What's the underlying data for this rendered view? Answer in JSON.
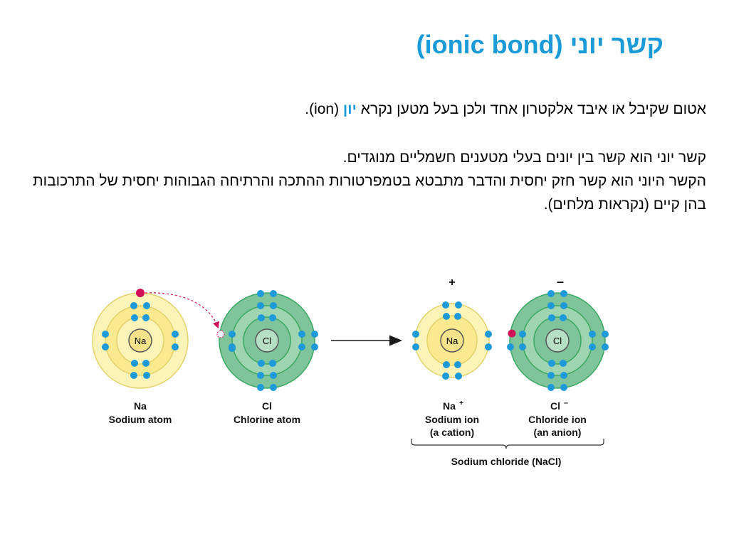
{
  "title": "קשר יוני (ionic bond)",
  "paragraph1": {
    "before": "אטום שקיבל או איבד אלקטרון אחד ולכן בעל מטען נקרא ",
    "term": "יון",
    "after": "  (ion)."
  },
  "paragraph2": {
    "line1": "קשר יוני הוא קשר בין יונים בעלי מטענים חשמליים מנוגדים.",
    "line2": "הקשר היוני הוא קשר חזק יחסית והדבר מתבטא בטמפרטורות ההתכה והרתיחה הגבוהות יחסית של התרכובות בהן קיים (נקראות מלחים)."
  },
  "diagram": {
    "na_atom": {
      "symbol": "Na",
      "label_symbol": "Na",
      "label_name": "Sodium atom"
    },
    "cl_atom": {
      "symbol": "Cl",
      "label_symbol": "Cl",
      "label_name": "Chlorine atom"
    },
    "na_ion": {
      "symbol": "Na",
      "label_symbol": "Na",
      "superscript": "+",
      "label_name": "Sodium ion",
      "label_type": "(a cation)",
      "charge": "+"
    },
    "cl_ion": {
      "symbol": "Cl",
      "label_symbol": "Cl",
      "superscript": "–",
      "label_name": "Chloride ion",
      "label_type": "(an anion)",
      "charge": "–"
    },
    "compound_label": "Sodium chloride (NaCl)",
    "colors": {
      "electron": "#1e9ad8",
      "transferred_electron": "#d21057",
      "sodium_fill_outer": "#fbf3b8",
      "sodium_fill_inner": "#fae98e",
      "chlorine_fill_outer": "#7fc49a",
      "chlorine_fill_inner": "#9fd4b0",
      "shell_stroke": "#e3d26c",
      "chlorine_shell_stroke": "#3aa860"
    }
  }
}
